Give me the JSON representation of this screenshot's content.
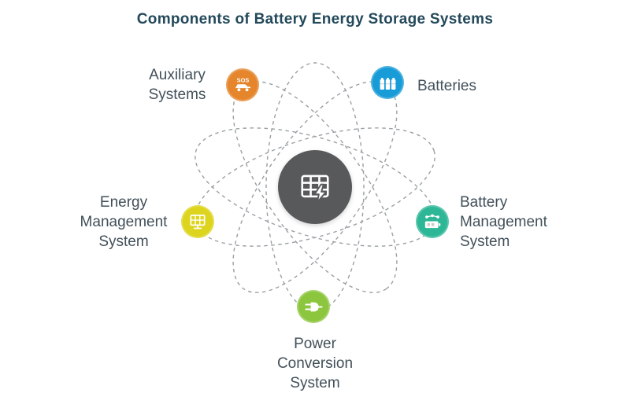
{
  "title": "Components of Battery Energy Storage Systems",
  "orbit": {
    "color": "#9aa0a3",
    "count": 5
  },
  "center": {
    "icon": "battery-storage-rack-icon",
    "color": "#58595b"
  },
  "text_color": "#42505a",
  "title_color": "#23495a",
  "nodes": [
    {
      "id": "auxiliary-systems",
      "label": "Auxiliary\nSystems",
      "color": "#e5862d",
      "icon": "sos-vehicle-icon"
    },
    {
      "id": "batteries",
      "label": "Batteries",
      "color": "#189cd8",
      "icon": "batteries-icon"
    },
    {
      "id": "battery-management-system",
      "label": "Battery\nManagement\nSystem",
      "color": "#2eb796",
      "icon": "battery-monitoring-icon"
    },
    {
      "id": "power-conversion-system",
      "label": "Power\nConversion\nSystem",
      "color": "#8cc63e",
      "icon": "power-plug-icon"
    },
    {
      "id": "energy-management-system",
      "label": "Energy\nManagement\nSystem",
      "color": "#ddd41d",
      "icon": "energy-panel-icon"
    }
  ]
}
